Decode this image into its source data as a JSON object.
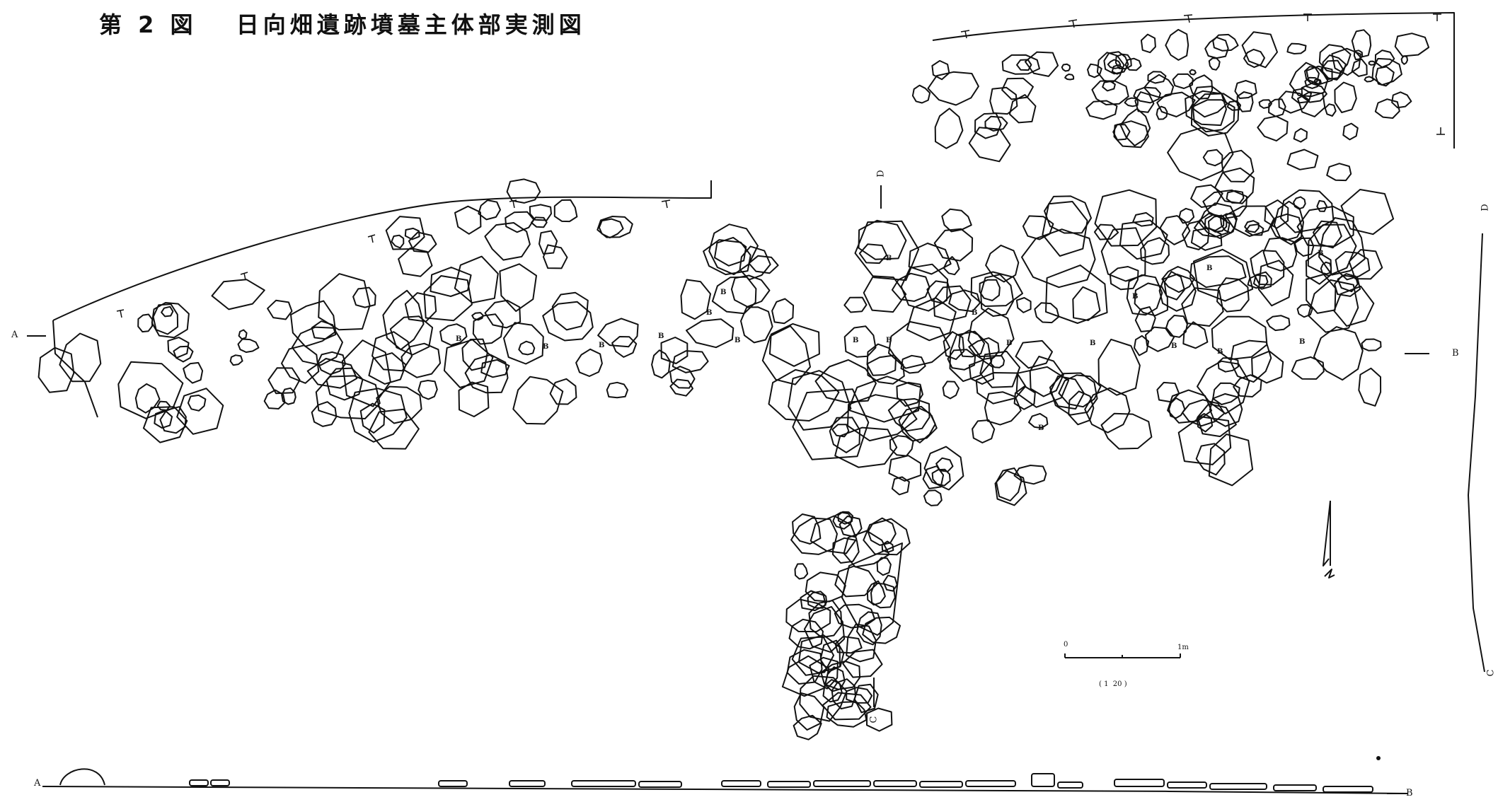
{
  "title": "第 2 図　 日向畑遺跡墳墓主体部実測図",
  "section_labels": {
    "a": "A",
    "b": "B",
    "c": "C",
    "d": "D"
  },
  "stone_marker": "B",
  "scale": {
    "zero": "0",
    "one": "1m",
    "ratio": "( 1  20 )"
  }
}
